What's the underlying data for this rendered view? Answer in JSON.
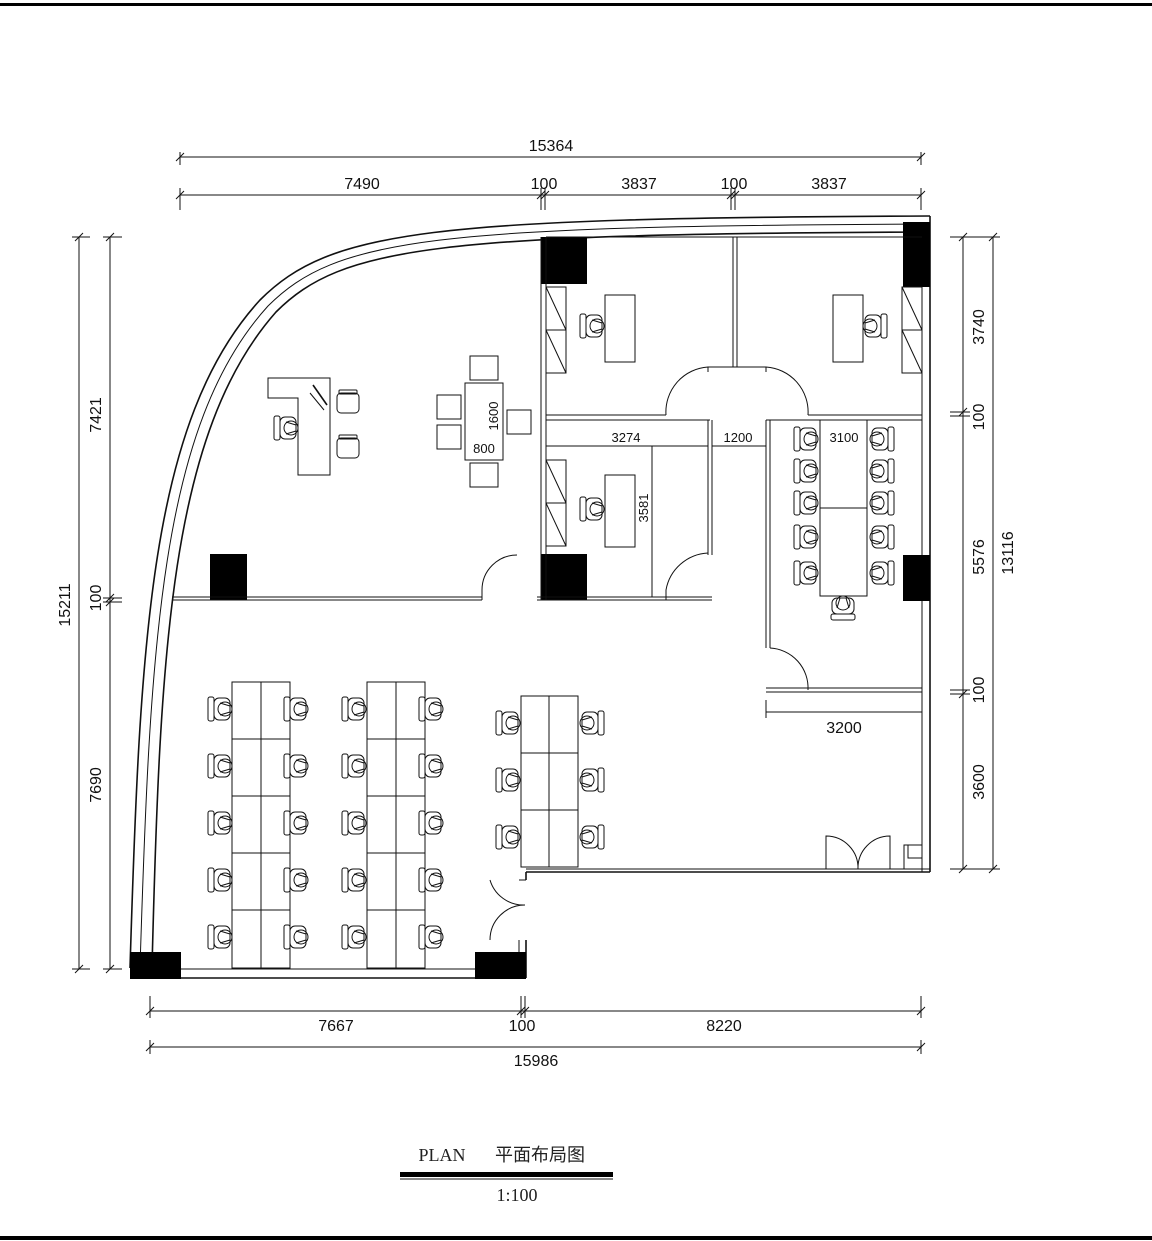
{
  "top_dimensions": {
    "overall": "15364",
    "segments": [
      "7490",
      "100",
      "3837",
      "100",
      "3837"
    ]
  },
  "bottom_dimensions": {
    "segments": [
      "7667",
      "100",
      "8220"
    ],
    "overall": "15986"
  },
  "left_dimensions": {
    "overall": "15211",
    "segments": [
      "7421",
      "100",
      "7690"
    ]
  },
  "right_dimensions": {
    "overall": "13116",
    "segments": [
      "3740",
      "100",
      "5576",
      "100",
      "3600"
    ]
  },
  "interior_dimensions": {
    "room_width": "3274",
    "corridor_width": "1200",
    "meeting_width": "3100",
    "room_depth": "3581",
    "table_length": "1600",
    "table_width": "800",
    "reception_width": "3200"
  },
  "title_block": {
    "plan_label": "PLAN",
    "plan_title": "平面布局图",
    "scale": "1:100"
  }
}
